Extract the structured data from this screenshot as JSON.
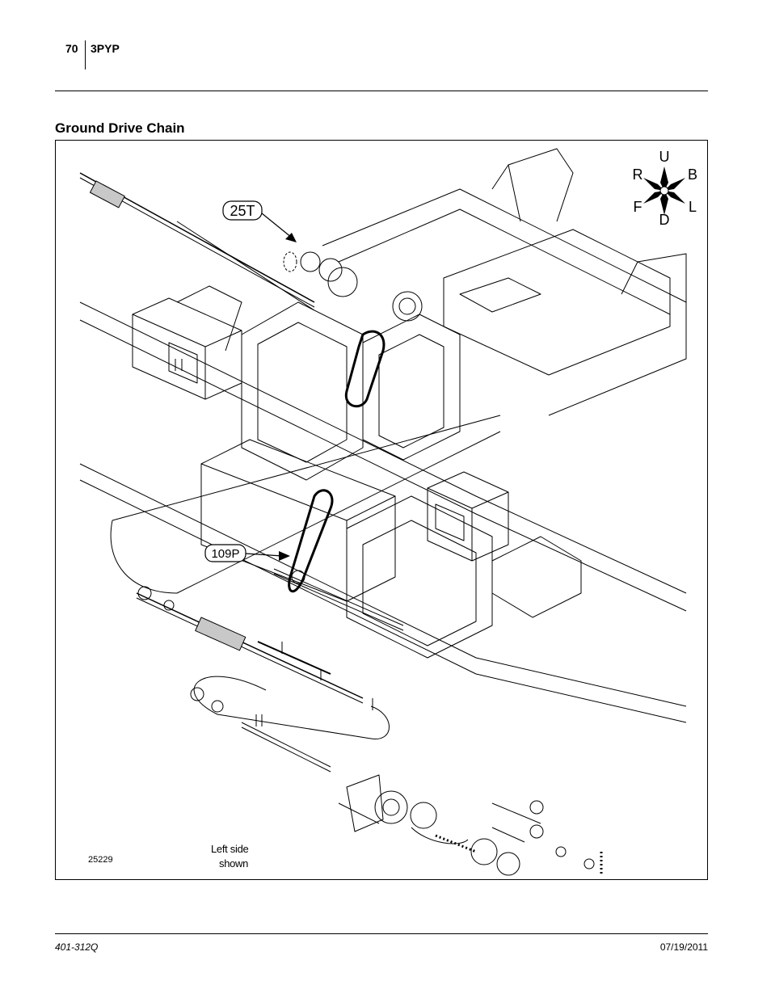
{
  "header": {
    "page_number": "70",
    "model": "3PYP"
  },
  "section": {
    "title": "Ground Drive Chain"
  },
  "figure": {
    "callouts": [
      {
        "label": "25T"
      },
      {
        "label": "109P"
      }
    ],
    "compass": {
      "up": "U",
      "down": "D",
      "right": "R",
      "back": "B",
      "front": "F",
      "left": "L"
    },
    "figure_number": "25229",
    "caption_line1": "Left side",
    "caption_line2": "shown"
  },
  "footer": {
    "doc_number": "401-312Q",
    "date": "07/19/2011"
  }
}
